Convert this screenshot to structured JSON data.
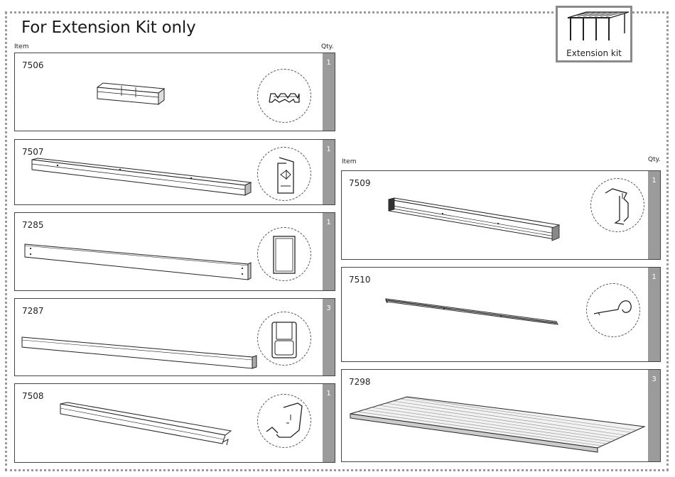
{
  "page": {
    "title": "For Extension Kit only",
    "kit_label": "Extension kit",
    "col_item": "Item",
    "col_qty": "Qty."
  },
  "parts": [
    {
      "code": "7506",
      "qty": "1"
    },
    {
      "code": "7507",
      "qty": "1"
    },
    {
      "code": "7285",
      "qty": "1"
    },
    {
      "code": "7287",
      "qty": "3"
    },
    {
      "code": "7508",
      "qty": "1"
    },
    {
      "code": "7509",
      "qty": "1"
    },
    {
      "code": "7510",
      "qty": "1"
    },
    {
      "code": "7298",
      "qty": "3"
    }
  ]
}
